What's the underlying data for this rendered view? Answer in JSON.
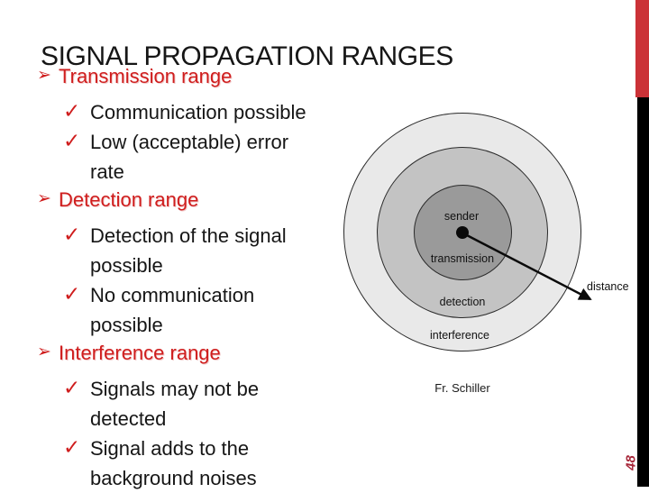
{
  "slide": {
    "title": "SIGNAL PROPAGATION RANGES",
    "credit": "Fr. Schiller",
    "page_number": "48"
  },
  "icons": {
    "l1_bullet": "➢",
    "l2_bullet": "✓"
  },
  "bullets": [
    {
      "label": "Transmission range",
      "items": [
        {
          "lines": [
            "Communication possible"
          ]
        },
        {
          "lines": [
            "Low (acceptable) error",
            "rate"
          ]
        }
      ]
    },
    {
      "label": "Detection range",
      "items": [
        {
          "lines": [
            "Detection of the signal",
            "possible"
          ]
        },
        {
          "lines": [
            "No communication",
            "possible"
          ]
        }
      ]
    },
    {
      "label": "Interference range",
      "items": [
        {
          "lines": [
            "Signals may not be",
            "detected"
          ]
        },
        {
          "lines": [
            "Signal adds to the",
            "background noises"
          ]
        }
      ]
    }
  ],
  "diagram": {
    "labels": {
      "sender": "sender",
      "transmission": "transmission",
      "detection": "detection",
      "interference": "interference",
      "distance": "distance"
    }
  },
  "colors": {
    "accent_red": "#cf1d1d",
    "sidebar_red": "#cb3237",
    "sidebar_black": "#000000",
    "page_number_red": "#a8293b",
    "text_black": "#161616",
    "interference_fill": "#e9e9e9",
    "detection_fill": "#c3c3c3",
    "transmission_fill": "#9a9a9a",
    "circle_outline": "#2b2b2b"
  }
}
